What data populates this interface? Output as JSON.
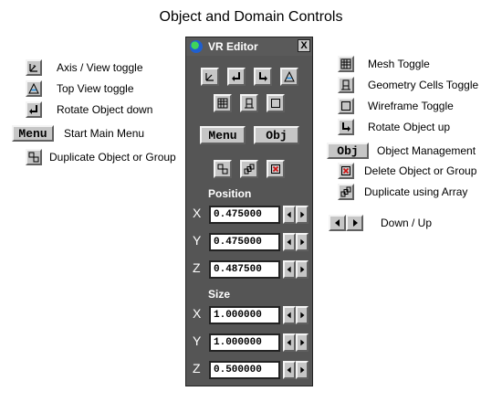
{
  "title": "Object and Domain Controls",
  "left_legend": [
    {
      "label": "Axis / View toggle",
      "icon": "axis-view-icon"
    },
    {
      "label": "Top View toggle",
      "icon": "top-view-icon"
    },
    {
      "label": "Rotate Object down",
      "icon": "rotate-down-icon"
    },
    {
      "label": "Start Main Menu",
      "button": "Menu"
    },
    {
      "label": "Duplicate Object or Group",
      "icon": "duplicate-icon"
    }
  ],
  "right_legend": [
    {
      "label": "Mesh Toggle",
      "icon": "mesh-icon"
    },
    {
      "label": "Geometry Cells Toggle",
      "icon": "geometry-cells-icon"
    },
    {
      "label": "Wireframe Toggle",
      "icon": "wireframe-icon"
    },
    {
      "label": "Rotate Object up",
      "icon": "rotate-up-icon"
    },
    {
      "label": "Object Management",
      "button": "Obj"
    },
    {
      "label": "Delete Object or Group",
      "icon": "delete-icon"
    },
    {
      "label": "Duplicate using Array",
      "icon": "duplicate-array-icon"
    },
    {
      "label": "Down / Up",
      "icon": "down-up-arrows-icon"
    }
  ],
  "window": {
    "title": "VR Editor",
    "close": "X",
    "menu_button": "Menu",
    "obj_button": "Obj",
    "position_label": "Position",
    "size_label": "Size",
    "position": [
      {
        "axis": "X",
        "value": "0.475000"
      },
      {
        "axis": "Y",
        "value": "0.475000"
      },
      {
        "axis": "Z",
        "value": "0.487500"
      }
    ],
    "size": [
      {
        "axis": "X",
        "value": "1.000000"
      },
      {
        "axis": "Y",
        "value": "1.000000"
      },
      {
        "axis": "Z",
        "value": "0.500000"
      }
    ]
  }
}
